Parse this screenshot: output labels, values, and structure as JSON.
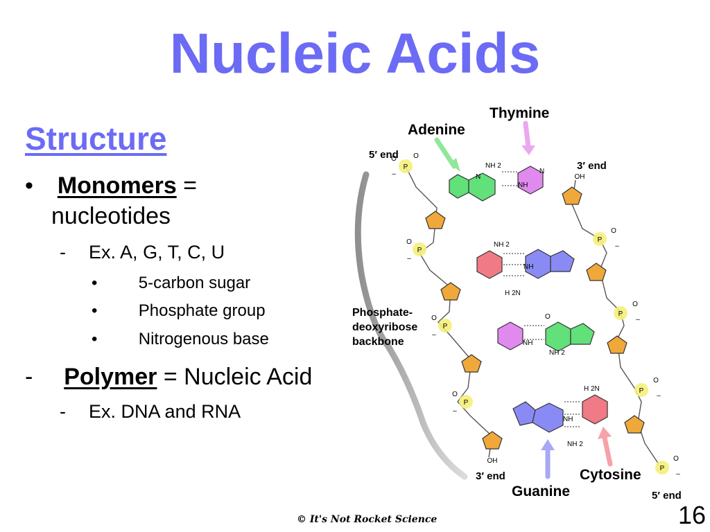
{
  "slide": {
    "title": "Nucleic Acids",
    "section_heading": "Structure",
    "bullets": {
      "monomers_marker": "•",
      "monomers_term": "Monomers",
      "monomers_eq": " = ",
      "monomers_value": "nucleotides",
      "example_marker": "-",
      "example_text": "Ex. A, G, T, C, U",
      "components": [
        {
          "marker": "•",
          "text": "5-carbon sugar"
        },
        {
          "marker": "•",
          "text": "Phosphate group"
        },
        {
          "marker": "•",
          "text": "Nitrogenous base"
        }
      ],
      "polymer_marker": "-",
      "polymer_term": "Polymer",
      "polymer_eq": " = Nucleic Acid",
      "polymer_example_marker": "-",
      "polymer_example_text": "Ex. DNA and RNA"
    },
    "page_number": "16",
    "credit": "© It's Not Rocket Science"
  },
  "diagram": {
    "labels": {
      "thymine": "Thymine",
      "adenine": "Adenine",
      "guanine": "Guanine",
      "cytosine": "Cytosine",
      "backbone_line1": "Phosphate-",
      "backbone_line2": "deoxyribose",
      "backbone_line3": "backbone",
      "five_prime_top": "5′ end",
      "three_prime_top": "3′ end",
      "three_prime_bottom": "3′ end",
      "five_prime_bottom": "5′ end"
    },
    "chem": {
      "p": "P",
      "o": "O",
      "oh": "OH",
      "n": "N",
      "nh": "NH",
      "nh2": "NH 2",
      "h2n": "H 2N",
      "minus": "–"
    },
    "colors": {
      "adenine": "#62e07a",
      "thymine": "#e08af0",
      "guanine": "#8a8af5",
      "cytosine": "#f07a86",
      "sugar": "#f0a83a",
      "phosphate": "#f5f07a",
      "brace": "#b8b8b8",
      "title": "#6b6bf5"
    }
  }
}
